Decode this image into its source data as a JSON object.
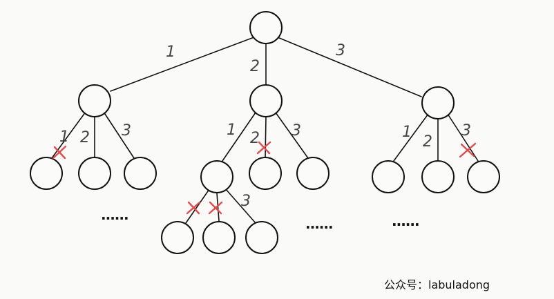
{
  "edge_labels": {
    "root_left": "1",
    "root_mid": "2",
    "root_right": "3",
    "left_1": "1",
    "left_2": "2",
    "left_3": "3",
    "mid_1": "1",
    "mid_2": "2",
    "mid_3": "3",
    "right_1": "1",
    "right_2": "2",
    "right_3": "3",
    "deep_3": "3"
  },
  "ellipsis": {
    "left": "......",
    "middle": "......",
    "right": "......"
  },
  "watermark": "公众号：labuladong",
  "colors": {
    "pruned_cross": "#e34b4b",
    "line": "#111111",
    "label": "#444444"
  }
}
